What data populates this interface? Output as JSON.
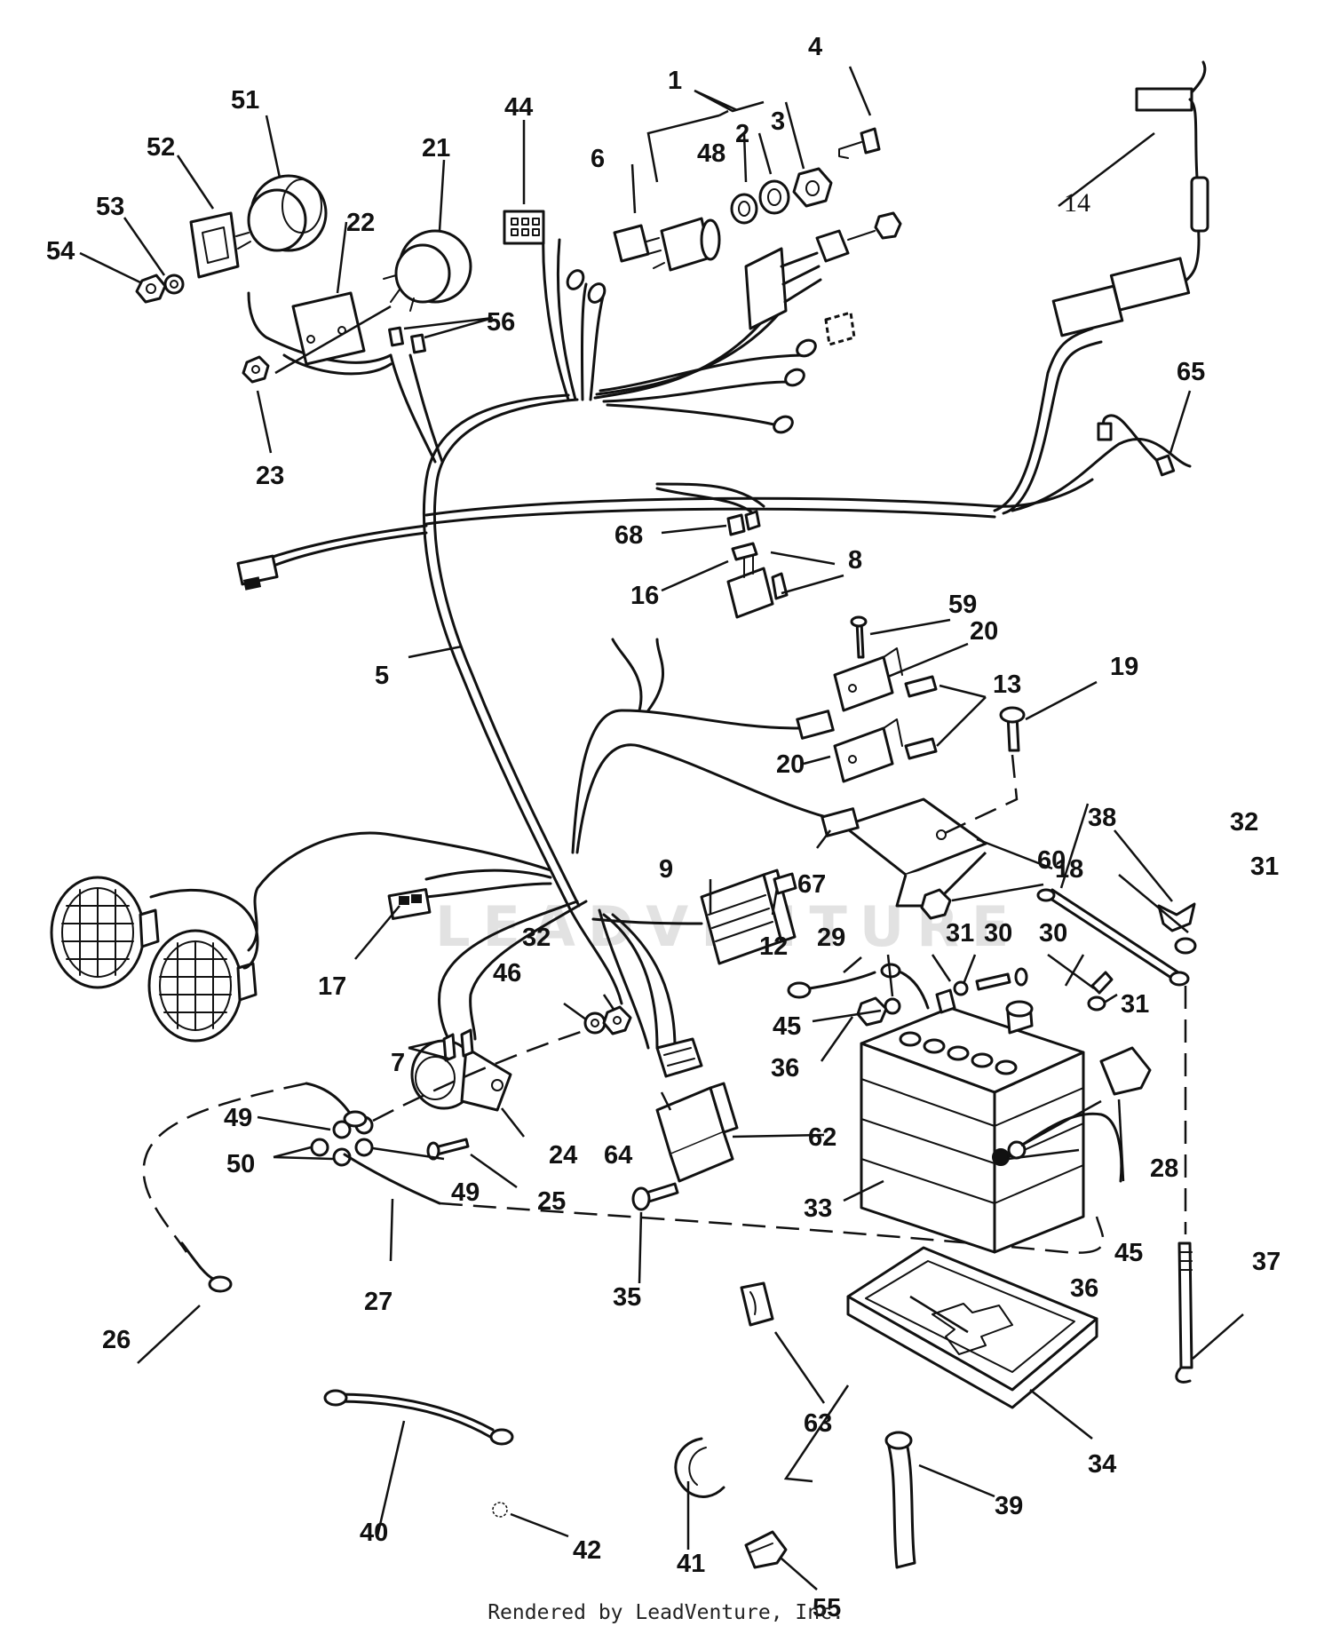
{
  "watermark": "LEADVENTURE",
  "credit": "Rendered by LeadVenture, Inc.",
  "callouts": [
    {
      "id": "c1",
      "text": "1"
    },
    {
      "id": "c2",
      "text": "2"
    },
    {
      "id": "c3",
      "text": "3"
    },
    {
      "id": "c4",
      "text": "4"
    },
    {
      "id": "c5",
      "text": "5"
    },
    {
      "id": "c6",
      "text": "6"
    },
    {
      "id": "c7",
      "text": "7"
    },
    {
      "id": "c8",
      "text": "8"
    },
    {
      "id": "c9",
      "text": "9"
    },
    {
      "id": "c12",
      "text": "12"
    },
    {
      "id": "c13",
      "text": "13"
    },
    {
      "id": "c14",
      "text": "14"
    },
    {
      "id": "c16",
      "text": "16"
    },
    {
      "id": "c17",
      "text": "17"
    },
    {
      "id": "c18",
      "text": "18"
    },
    {
      "id": "c19",
      "text": "19"
    },
    {
      "id": "c20a",
      "text": "20"
    },
    {
      "id": "c20b",
      "text": "20"
    },
    {
      "id": "c21",
      "text": "21"
    },
    {
      "id": "c22",
      "text": "22"
    },
    {
      "id": "c23",
      "text": "23"
    },
    {
      "id": "c24",
      "text": "24"
    },
    {
      "id": "c25",
      "text": "25"
    },
    {
      "id": "c26",
      "text": "26"
    },
    {
      "id": "c27",
      "text": "27"
    },
    {
      "id": "c28",
      "text": "28"
    },
    {
      "id": "c29",
      "text": "29"
    },
    {
      "id": "c30a",
      "text": "30"
    },
    {
      "id": "c30b",
      "text": "30"
    },
    {
      "id": "c31a",
      "text": "31"
    },
    {
      "id": "c31b",
      "text": "31"
    },
    {
      "id": "c31c",
      "text": "31"
    },
    {
      "id": "c32a",
      "text": "32"
    },
    {
      "id": "c32b",
      "text": "32"
    },
    {
      "id": "c33",
      "text": "33"
    },
    {
      "id": "c34",
      "text": "34"
    },
    {
      "id": "c35",
      "text": "35"
    },
    {
      "id": "c36a",
      "text": "36"
    },
    {
      "id": "c36b",
      "text": "36"
    },
    {
      "id": "c37",
      "text": "37"
    },
    {
      "id": "c38",
      "text": "38"
    },
    {
      "id": "c39",
      "text": "39"
    },
    {
      "id": "c40",
      "text": "40"
    },
    {
      "id": "c41",
      "text": "41"
    },
    {
      "id": "c42",
      "text": "42"
    },
    {
      "id": "c44",
      "text": "44"
    },
    {
      "id": "c45a",
      "text": "45"
    },
    {
      "id": "c45b",
      "text": "45"
    },
    {
      "id": "c46",
      "text": "46"
    },
    {
      "id": "c48",
      "text": "48"
    },
    {
      "id": "c49a",
      "text": "49"
    },
    {
      "id": "c49b",
      "text": "49"
    },
    {
      "id": "c50",
      "text": "50"
    },
    {
      "id": "c51",
      "text": "51"
    },
    {
      "id": "c52",
      "text": "52"
    },
    {
      "id": "c53",
      "text": "53"
    },
    {
      "id": "c54",
      "text": "54"
    },
    {
      "id": "c55",
      "text": "55"
    },
    {
      "id": "c56",
      "text": "56"
    },
    {
      "id": "c59",
      "text": "59"
    },
    {
      "id": "c60",
      "text": "60"
    },
    {
      "id": "c62",
      "text": "62"
    },
    {
      "id": "c63",
      "text": "63"
    },
    {
      "id": "c64",
      "text": "64"
    },
    {
      "id": "c65",
      "text": "65"
    },
    {
      "id": "c67",
      "text": "67"
    },
    {
      "id": "c68",
      "text": "68"
    }
  ]
}
